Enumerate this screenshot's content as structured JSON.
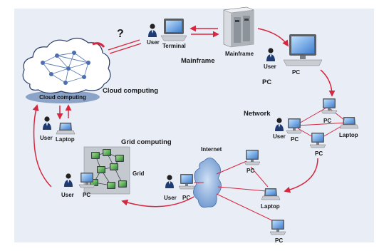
{
  "labels": {
    "question": "?",
    "user_terminal": "User",
    "terminal": "Terminal",
    "mainframe_device": "Mainframe",
    "mainframe_heading": "Mainframe",
    "user_pc": "User",
    "pc_single": "PC",
    "pc_heading": "PC",
    "network_heading": "Network",
    "network_user": "User",
    "network_pc1": "PC",
    "network_pc2": "PC",
    "network_pc3": "PC",
    "network_laptop": "Laptop",
    "cloud_inner": "Cloud computing",
    "cloud_heading": "Cloud computing",
    "cloud_user": "User",
    "cloud_laptop": "Laptop",
    "grid_heading": "Grid computing",
    "grid_label": "Grid",
    "grid_user": "User",
    "grid_pc": "PC",
    "internet": "Internet",
    "inet_user": "User",
    "inet_pc_left": "PC",
    "inet_pc_top": "PC",
    "inet_laptop": "Laptop",
    "inet_pc_bottom": "PC"
  },
  "colors": {
    "arrow": "#d7263d",
    "background": "#e9edf6",
    "cloud_fill": "#ffffff",
    "cloud_base": "#8aa3c7",
    "internet_fill": "#8fb3e0",
    "screen": "#6fa8e6",
    "device": "#c9cdd3",
    "grid_screen": "#4caf50"
  }
}
